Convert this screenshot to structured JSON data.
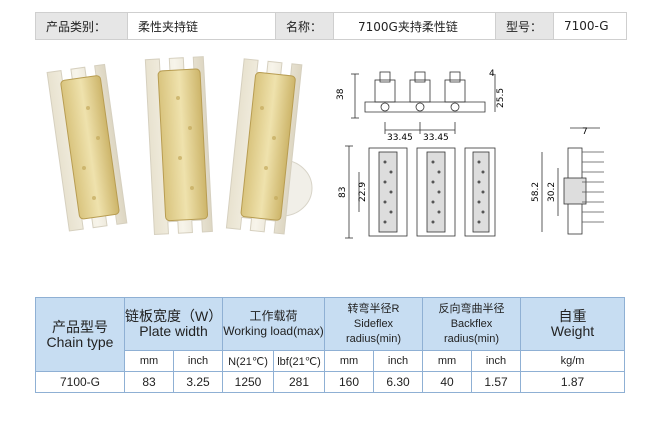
{
  "header": {
    "category_label": "产品类别：",
    "category_value": "柔性夹持链",
    "name_label": "名称：",
    "name_value": "7100G夹持柔性链",
    "model_label": "型号：",
    "model_value": "7100-G"
  },
  "drawing": {
    "top_dims": [
      "38",
      "4",
      "25.5",
      "33.45",
      "33.45"
    ],
    "front_dims": [
      "83",
      "22.9"
    ],
    "side_dims": [
      "7",
      "58.2",
      "30.2"
    ]
  },
  "table": {
    "h_type_cn": "产品型号",
    "h_type_en": "Chain type",
    "h_width_cn": "链板宽度（W）",
    "h_width_en": "Plate width",
    "h_load_cn": "工作载荷",
    "h_load_en": "Working load(max)",
    "h_side_cn": "转弯半径R",
    "h_side_en": "Sideflex radius(min)",
    "h_back_cn": "反向弯曲半径",
    "h_back_en": "Backflex radius(min)",
    "h_weight_cn": "自重",
    "h_weight_en": "Weight",
    "u_mm": "mm",
    "u_inch": "inch",
    "u_n": "N(21℃)",
    "u_lbf": "lbf(21℃)",
    "u_mm2": "mm",
    "u_inch2": "inch",
    "u_mm3": "mm",
    "u_inch3": "inch",
    "u_kgm": "kg/m",
    "row": {
      "type": "7100-G",
      "w_mm": "83",
      "w_inch": "3.25",
      "load_n": "1250",
      "load_lbf": "281",
      "side_mm": "160",
      "side_inch": "6.30",
      "back_mm": "40",
      "back_inch": "1.57",
      "weight": "1.87"
    }
  }
}
